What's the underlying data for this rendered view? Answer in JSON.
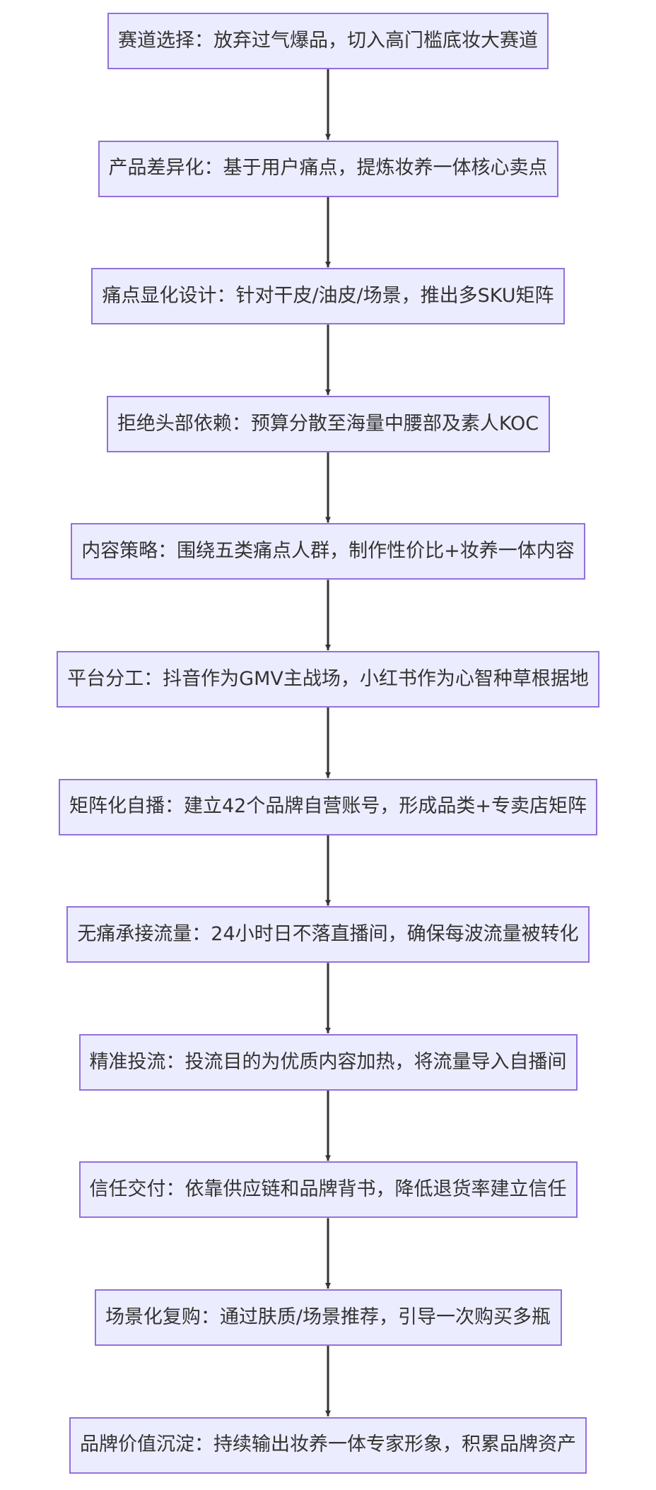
{
  "flowchart": {
    "colors": {
      "node_fill": "#ececff",
      "node_border": "#9370db",
      "text": "#333333",
      "edge": "#333333"
    },
    "nodes": [
      {
        "label": "赛道选择：放弃过气爆品，切入高门槛底妆大赛道"
      },
      {
        "label": "产品差异化：基于用户痛点，提炼妆养一体核心卖点"
      },
      {
        "label": "痛点显化设计：针对干皮/油皮/场景，推出多SKU矩阵"
      },
      {
        "label": "拒绝头部依赖：预算分散至海量中腰部及素人KOC"
      },
      {
        "label": "内容策略：围绕五类痛点人群，制作性价比+妆养一体内容"
      },
      {
        "label": "平台分工：抖音作为GMV主战场，小红书作为心智种草根据地"
      },
      {
        "label": "矩阵化自播：建立42个品牌自营账号，形成品类+专卖店矩阵"
      },
      {
        "label": "无痛承接流量：24小时日不落直播间，确保每波流量被转化"
      },
      {
        "label": "精准投流：投流目的为优质内容加热，将流量导入自播间"
      },
      {
        "label": "信任交付：依靠供应链和品牌背书，降低退货率建立信任"
      },
      {
        "label": "场景化复购：通过肤质/场景推荐，引导一次购买多瓶"
      },
      {
        "label": "品牌价值沉淀：持续输出妆养一体专家形象，积累品牌资产"
      }
    ]
  }
}
